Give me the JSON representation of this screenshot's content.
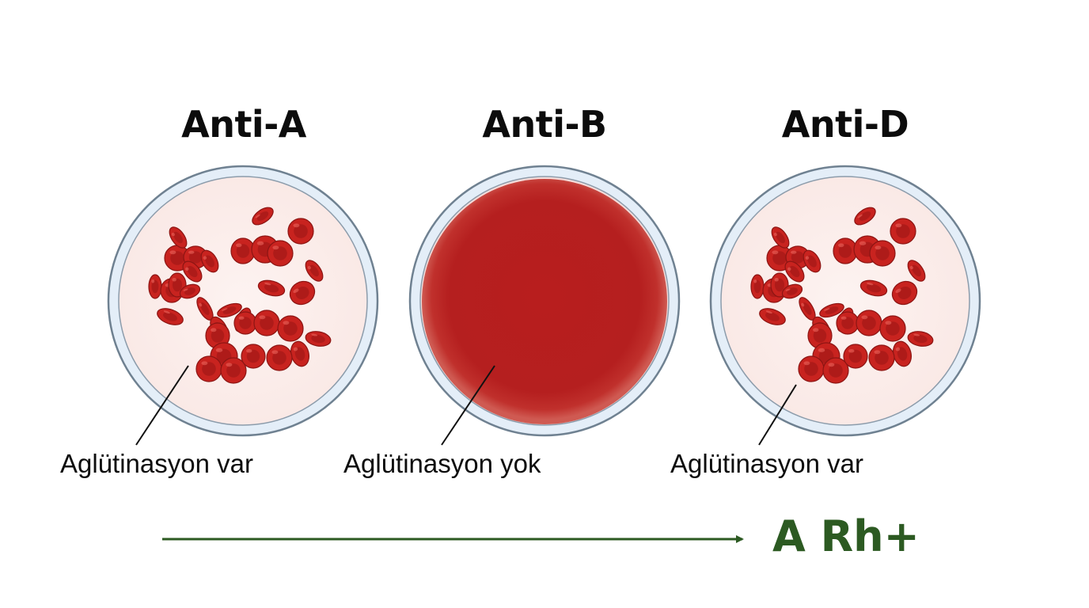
{
  "panels": [
    {
      "title": "Anti-A",
      "caption": "Aglütinasyon var",
      "agglutination": true
    },
    {
      "title": "Anti-B",
      "caption": "Aglütinasyon yok",
      "agglutination": false
    },
    {
      "title": "Anti-D",
      "caption": "Aglütinasyon var",
      "agglutination": true
    }
  ],
  "result": "A Rh+",
  "colors": {
    "cell_fill": "#c8231f",
    "cell_edge": "#8c1513",
    "cell_center": "#a61a18",
    "dish_rim": "#d6e4f1",
    "dish_outline": "#6c7e8e",
    "dish_inner": "#fdf1ef",
    "diffuse_red": "#bb2020",
    "arrow": "#2c5a22",
    "result_text": "#2c5a22"
  }
}
